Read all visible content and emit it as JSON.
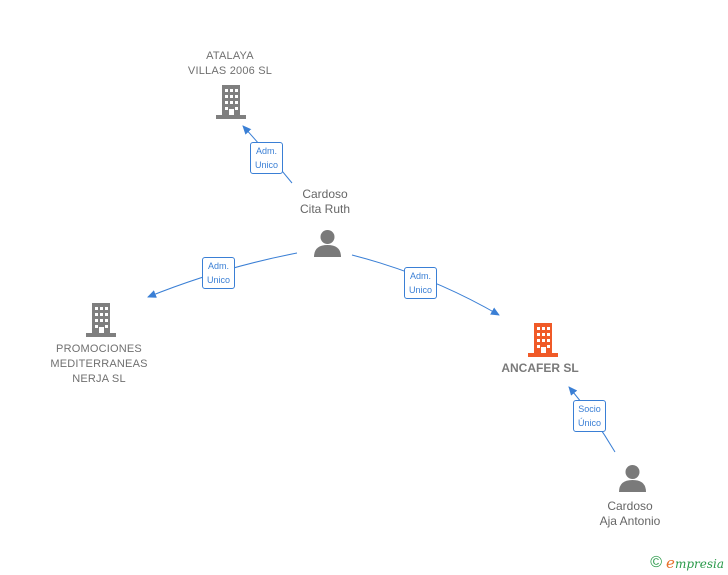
{
  "nodes": {
    "atalaya": {
      "line1": "ATALAYA",
      "line2": "VILLAS 2006  SL"
    },
    "promociones": {
      "line1": "PROMOCIONES",
      "line2": "MEDITERRANEAS",
      "line3": "NERJA SL"
    },
    "ancafer": {
      "line1": "ANCAFER SL"
    },
    "cita_ruth": {
      "line1": "Cardoso",
      "line2": "Cita Ruth"
    },
    "aja_antonio": {
      "line1": "Cardoso",
      "line2": "Aja Antonio"
    }
  },
  "edges": {
    "to_atalaya": {
      "line1": "Adm.",
      "line2": "Unico"
    },
    "to_promociones": {
      "line1": "Adm.",
      "line2": "Unico"
    },
    "to_ancafer": {
      "line1": "Adm.",
      "line2": "Unico"
    },
    "aja_to_ancafer": {
      "line1": "Socio",
      "line2": "Único"
    }
  },
  "footer": {
    "copyright": "©",
    "brand_first": "e",
    "brand_rest": "mpresia"
  },
  "colors": {
    "company": "#7f7f7f",
    "main_company": "#f05a28",
    "person": "#7a7a7a",
    "edge": "#3a7fd5"
  }
}
